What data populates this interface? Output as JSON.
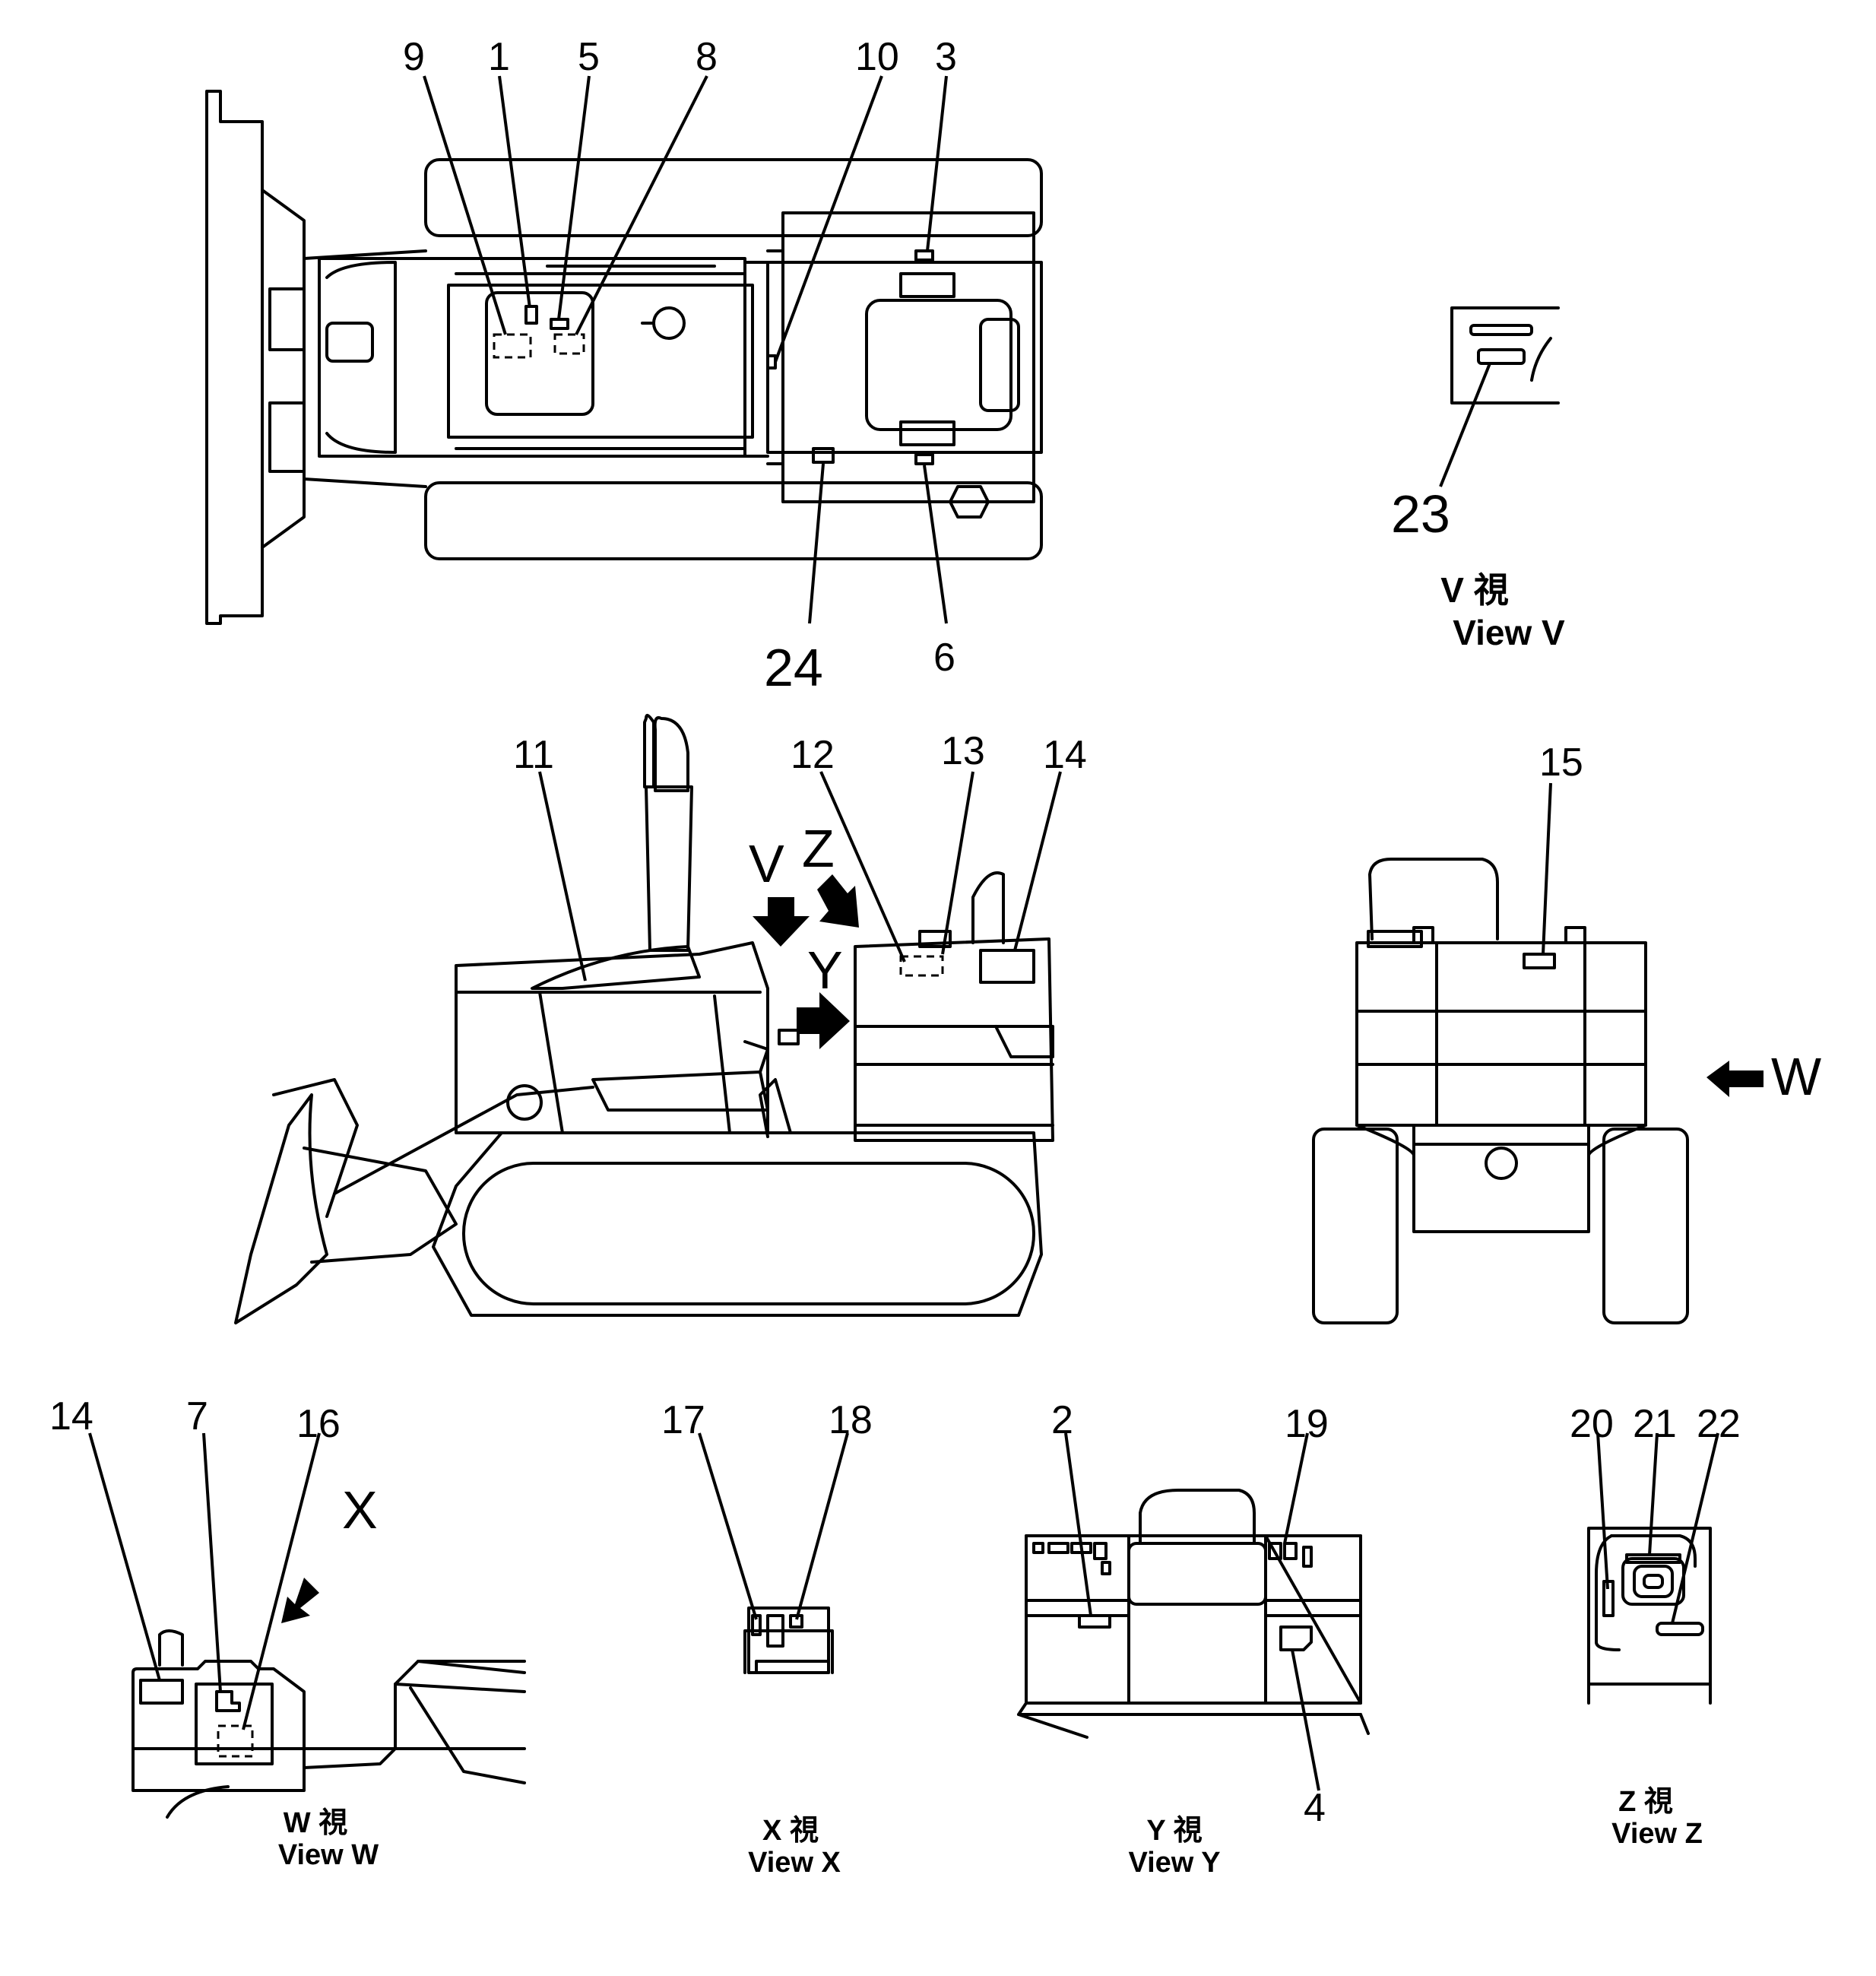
{
  "callouts": {
    "n1": "1",
    "n2": "2",
    "n3": "3",
    "n4": "4",
    "n5": "5",
    "n6": "6",
    "n7": "7",
    "n8": "8",
    "n9": "9",
    "n10": "10",
    "n11": "11",
    "n12": "12",
    "n13": "13",
    "n14": "14",
    "n14b": "14",
    "n15": "15",
    "n16": "16",
    "n17": "17",
    "n18": "18",
    "n19": "19",
    "n20": "20",
    "n21": "21",
    "n22": "22",
    "n23": "23",
    "n24": "24"
  },
  "view_arrows": {
    "v": "V",
    "z": "Z",
    "y": "Y",
    "w": "W",
    "x": "X"
  },
  "captions": {
    "view_v": {
      "jp": "V 視",
      "en": "View V"
    },
    "view_w": {
      "jp": "W 視",
      "en": "View W"
    },
    "view_x": {
      "jp": "X 視",
      "en": "View X"
    },
    "view_y": {
      "jp": "Y 視",
      "en": "View Y"
    },
    "view_z": {
      "jp": "Z 視",
      "en": "View Z"
    }
  }
}
